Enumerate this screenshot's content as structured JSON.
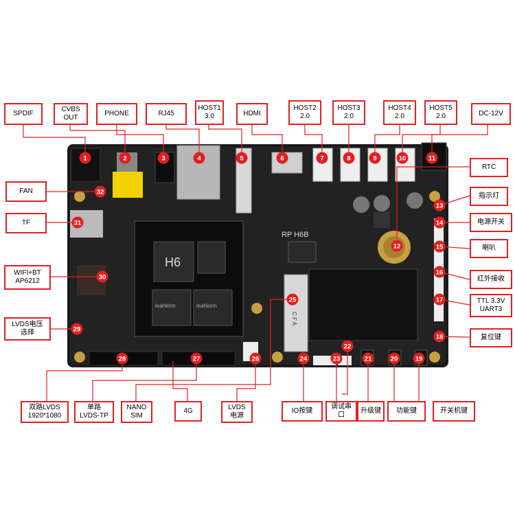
{
  "board": {
    "model_text": "RP  H6B",
    "chip_text": "H6",
    "chip_brand": "leahkinn",
    "chip_brand2": "leahkinn",
    "cfa_text": "C F A"
  },
  "labels": [
    {
      "id": "spdif",
      "text": "SPDIF"
    },
    {
      "id": "cvbs",
      "text": "CVBS\nOUT"
    },
    {
      "id": "phone",
      "text": "PHONE"
    },
    {
      "id": "rj45",
      "text": "RJ45"
    },
    {
      "id": "host1",
      "text": "HOST1\n3.0"
    },
    {
      "id": "hdmi",
      "text": "HDMI"
    },
    {
      "id": "host2",
      "text": "HOST2\n2.0"
    },
    {
      "id": "host3",
      "text": "HOST3\n2.0"
    },
    {
      "id": "host4",
      "text": "HOST4\n2.0"
    },
    {
      "id": "host5",
      "text": "HOST5\n2.0"
    },
    {
      "id": "dc12v",
      "text": "DC-12V"
    },
    {
      "id": "fan",
      "text": "FAN"
    },
    {
      "id": "tf",
      "text": "TF"
    },
    {
      "id": "wifi",
      "text": "WIFI+BT\nAP6212"
    },
    {
      "id": "lvdsv",
      "text": "LVDS电压\n选择"
    },
    {
      "id": "rtc",
      "text": "RTC"
    },
    {
      "id": "led",
      "text": "指示灯"
    },
    {
      "id": "pwrsw",
      "text": "电源开关"
    },
    {
      "id": "horn",
      "text": "喇叭"
    },
    {
      "id": "ir",
      "text": "红外接收"
    },
    {
      "id": "ttl",
      "text": "TTL 3.3V\nUART3"
    },
    {
      "id": "reset",
      "text": "复位键"
    },
    {
      "id": "dual",
      "text": "双路LVDS\n1920*1080"
    },
    {
      "id": "single",
      "text": "单路\nLVDS-TP"
    },
    {
      "id": "nano",
      "text": "NANO\nSIM"
    },
    {
      "id": "g4",
      "text": "4G"
    },
    {
      "id": "lvdspwr",
      "text": "LVDS\n电源"
    },
    {
      "id": "iokey",
      "text": "IO按键"
    },
    {
      "id": "debug",
      "text": "调试串口"
    },
    {
      "id": "upgrade",
      "text": "升级键"
    },
    {
      "id": "func",
      "text": "功能键"
    },
    {
      "id": "onoff",
      "text": "开关机键"
    }
  ],
  "markers": [
    "1",
    "2",
    "3",
    "4",
    "5",
    "6",
    "7",
    "8",
    "9",
    "10",
    "11",
    "12",
    "13",
    "14",
    "15",
    "16",
    "17",
    "18",
    "19",
    "20",
    "21",
    "22",
    "23",
    "24",
    "25",
    "26",
    "27",
    "28",
    "29",
    "30",
    "31",
    "32"
  ],
  "colors": {
    "accent": "#e02020",
    "pcb": "#1a1a1a",
    "gold": "#c8a040",
    "connector_yellow": "#f2d200"
  }
}
